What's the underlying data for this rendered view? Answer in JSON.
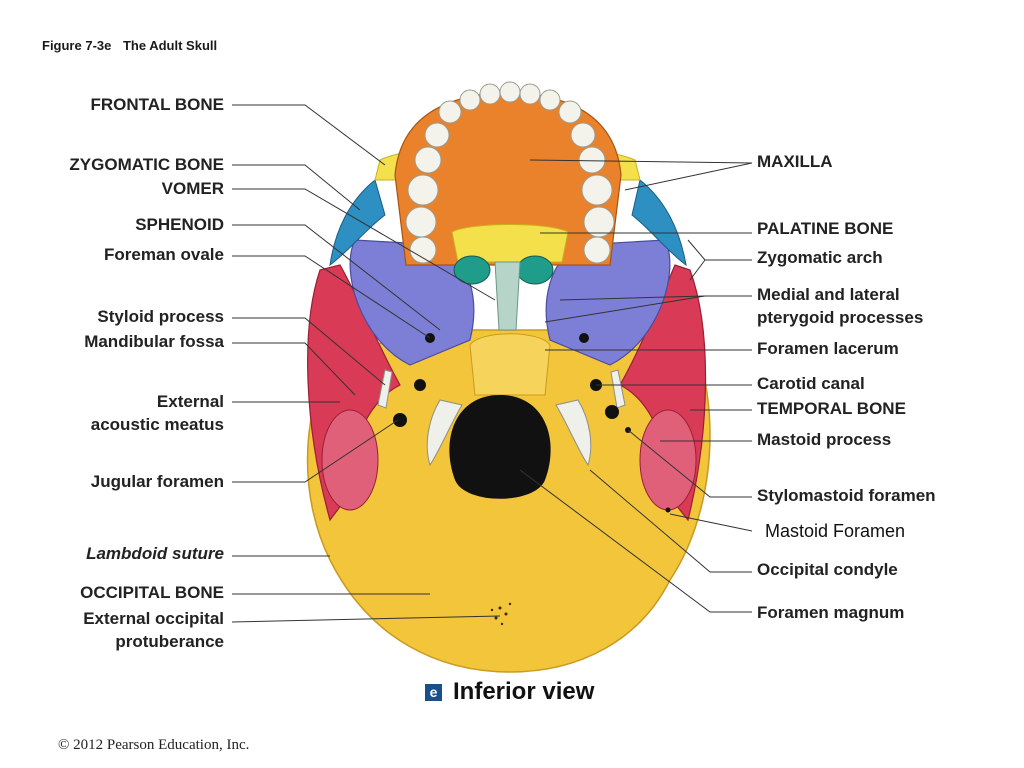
{
  "figure": {
    "number": "Figure 7-3e",
    "title": "The Adult Skull"
  },
  "view": {
    "badge": "e",
    "title": "Inferior view"
  },
  "copyright": "© 2012 Pearson Education, Inc.",
  "labels_left": {
    "frontal_bone": "FRONTAL BONE",
    "zygomatic_bone": "ZYGOMATIC BONE",
    "vomer": "VOMER",
    "sphenoid": "SPHENOID",
    "foreman_ovale": "Foreman ovale",
    "styloid_process": "Styloid process",
    "mandibular_fossa": "Mandibular fossa",
    "external_acoustic_meatus_1": "External",
    "external_acoustic_meatus_2": "acoustic meatus",
    "jugular_foramen": "Jugular foramen",
    "lambdoid_suture": "Lambdoid suture",
    "occipital_bone": "OCCIPITAL BONE",
    "external_occipital_protuberance_1": "External occipital",
    "external_occipital_protuberance_2": "protuberance"
  },
  "labels_right": {
    "maxilla": "MAXILLA",
    "palatine_bone": "PALATINE BONE",
    "zygomatic_arch": "Zygomatic arch",
    "pterygoid_1": "Medial and lateral",
    "pterygoid_2": "pterygoid processes",
    "foramen_lacerum": "Foramen lacerum",
    "carotid_canal": "Carotid canal",
    "temporal_bone": "TEMPORAL BONE",
    "mastoid_process": "Mastoid process",
    "stylomastoid_foramen": "Stylomastoid foramen",
    "mastoid_foramen": "Mastoid Foramen",
    "occipital_condyle": "Occipital condyle",
    "foramen_magnum": "Foramen magnum"
  },
  "colors": {
    "occipital": "#f2c53a",
    "temporal": "#d93a55",
    "sphenoid": "#7d7fd6",
    "maxilla": "#e9822a",
    "palatine": "#f4e04a",
    "zygomatic": "#2d8fc2",
    "vomer": "#b7d4c8",
    "teeth": "#f3f3ec",
    "foramen": "#111111"
  }
}
